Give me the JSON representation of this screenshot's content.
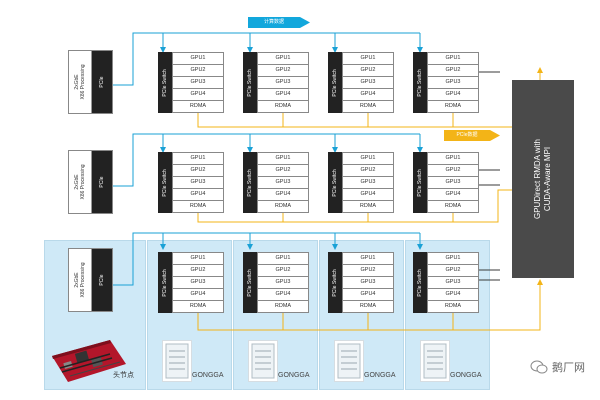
{
  "tags": {
    "top": "计算数据",
    "middle": "PCIe数据"
  },
  "host": {
    "label_top": "X86 Processing",
    "label_bottom": "2xGbE",
    "pcie": "PCIe"
  },
  "switch_label": "PCIe Switch",
  "gpu_labels": [
    "GPU1",
    "GPU2",
    "GPU3",
    "GPU4"
  ],
  "rdma_label": "RDMA",
  "right_box": {
    "line1": "GPUDirect RMDA with",
    "line2": "CUDA-Aware MPI"
  },
  "head_node_label": "头节点",
  "gongga_label": "GONGGA",
  "watermark": "鹅厂网",
  "colors": {
    "yellow_line": "#f3b417",
    "blue_line": "#1aa1d6",
    "dark_line": "#3a3a3a",
    "panel": "#cfe9f7"
  }
}
